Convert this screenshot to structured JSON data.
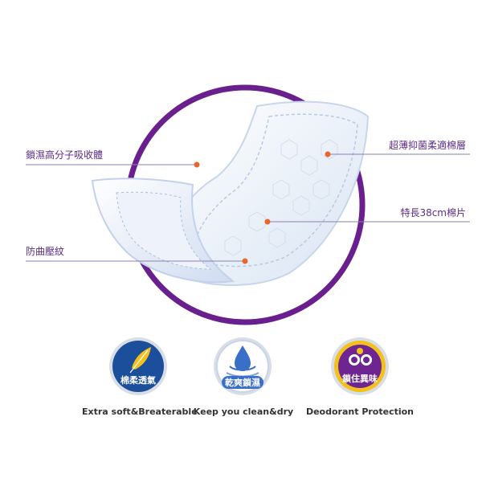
{
  "colors": {
    "ring": "#6a1f8f",
    "accent_dot": "#e8662b",
    "callout_line": "#8e7fb2",
    "label_text": "#5b2b86",
    "badge_soft": "#1b4f9c",
    "badge_dry": "#3a6fc8",
    "badge_deodorant": "#6e2592",
    "badge_ring_gold": "#f2c11b"
  },
  "callouts": {
    "left_top": "鎖濕高分子吸收體",
    "left_bottom": "防曲壓紋",
    "right_top": "超薄抑菌柔適棉層",
    "right_middle": "特長38cm棉片"
  },
  "features": [
    {
      "badge": "棉柔透氣",
      "label": "Extra soft&Breaterable",
      "icon": "feather-icon"
    },
    {
      "badge": "乾爽鎖濕",
      "label": "Keep you clean&dry",
      "icon": "water-drop-icon"
    },
    {
      "badge": "鎖住異味",
      "label": "Deodorant Protection",
      "icon": "deodorant-icon"
    }
  ]
}
